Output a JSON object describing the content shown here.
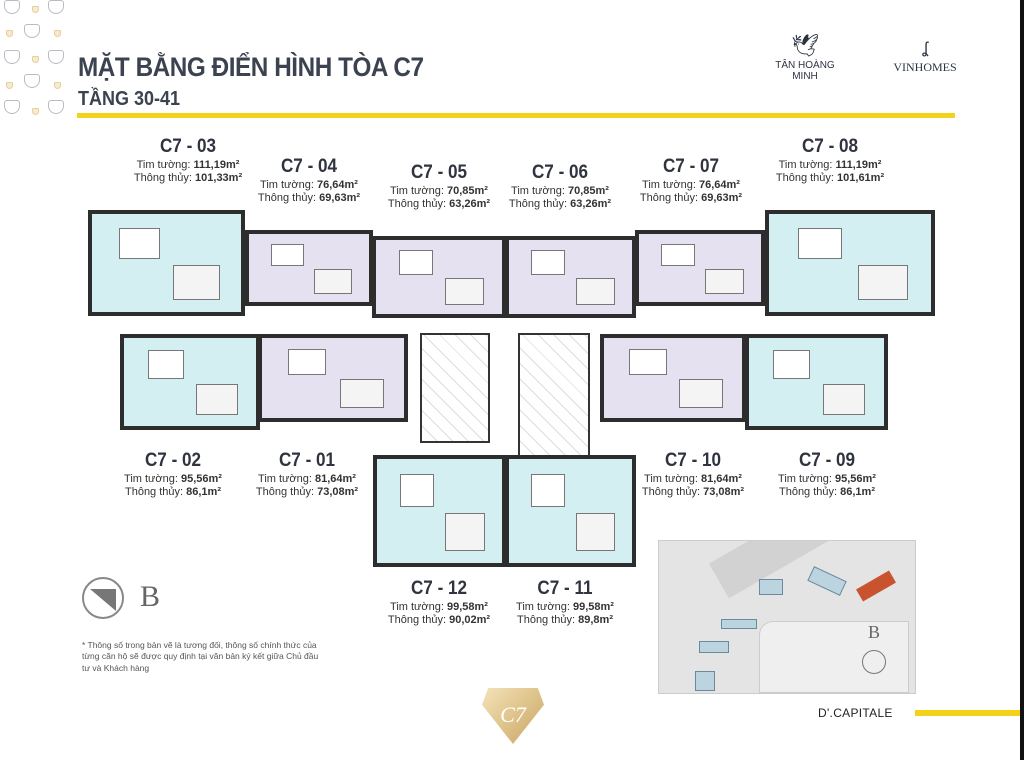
{
  "header": {
    "title": "MẶT BẰNG ĐIỂN HÌNH TÒA C7",
    "subtitle": "TẦNG 30-41"
  },
  "logos": {
    "developer": "TÂN HOÀNG MINH",
    "brand": "VINHOMES",
    "project": "D'.CAPITALE",
    "emblem": "C7"
  },
  "area_labels": {
    "wall": "Tim tường: ",
    "net": "Thông thủy: "
  },
  "units": [
    {
      "id": "C7 - 03",
      "wall": "111,19m²",
      "net": "101,33m²"
    },
    {
      "id": "C7 - 04",
      "wall": "76,64m²",
      "net": "69,63m²"
    },
    {
      "id": "C7 - 05",
      "wall": "70,85m²",
      "net": "63,26m²"
    },
    {
      "id": "C7 - 06",
      "wall": "70,85m²",
      "net": "63,26m²"
    },
    {
      "id": "C7 - 07",
      "wall": "76,64m²",
      "net": "69,63m²"
    },
    {
      "id": "C7 - 08",
      "wall": "111,19m²",
      "net": "101,61m²"
    },
    {
      "id": "C7 - 02",
      "wall": "95,56m²",
      "net": "86,1m²"
    },
    {
      "id": "C7 - 01",
      "wall": "81,64m²",
      "net": "73,08m²"
    },
    {
      "id": "C7 - 10",
      "wall": "81,64m²",
      "net": "73,08m²"
    },
    {
      "id": "C7 - 09",
      "wall": "95,56m²",
      "net": "86,1m²"
    },
    {
      "id": "C7 - 12",
      "wall": "99,58m²",
      "net": "90,02m²"
    },
    {
      "id": "C7 - 11",
      "wall": "99,58m²",
      "net": "89,8m²"
    }
  ],
  "compass": {
    "direction": "B"
  },
  "footnote": "* Thông số trong bản vẽ là tương đối, thông số chính thức của từng căn hộ sẽ được quy định tại văn bản ký kết giữa Chủ đầu tư và Khách hàng",
  "colors": {
    "accent": "#f2d21b",
    "unit_blue": "#d4eff1",
    "unit_lavender": "#e6e1f1",
    "highlight": "#c8532e"
  }
}
